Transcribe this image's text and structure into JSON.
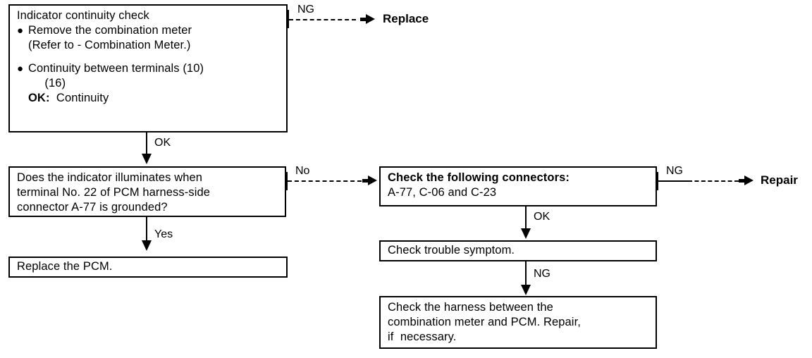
{
  "diagram": {
    "type": "troubleshooting-flowchart",
    "nodes": {
      "indicator_check": {
        "title": "Indicator continuity check",
        "bullets": [
          {
            "lines": [
              "Remove the combination meter",
              "(Refer to - Combination Meter.)"
            ]
          },
          {
            "lines": [
              "Continuity between terminals (10)",
              "     (16)"
            ]
          }
        ],
        "result_label": "OK:",
        "result_value": "Continuity"
      },
      "indicator_question": {
        "lines": [
          "Does the indicator illuminates when",
          "terminal No. 22 of PCM harness-side",
          "connector A-77 is grounded?"
        ]
      },
      "replace_pcm": {
        "lines": [
          "Replace the PCM."
        ]
      },
      "check_connectors": {
        "heading": "Check the following connectors:",
        "lines": [
          "A-77, C-06 and C-23"
        ]
      },
      "check_trouble_symptom": {
        "lines": [
          "Check trouble symptom."
        ]
      },
      "check_harness": {
        "lines": [
          "Check the harness between the",
          "combination meter and PCM. Repair,",
          "if  necessary."
        ]
      }
    },
    "terminals": {
      "replace": "Replace",
      "repair": "Repair"
    },
    "edges": [
      {
        "id": "e1",
        "label": "NG",
        "from": "indicator_check",
        "to": "replace",
        "style": "dashed"
      },
      {
        "id": "e2",
        "label": "OK",
        "from": "indicator_check",
        "to": "indicator_question",
        "style": "solid"
      },
      {
        "id": "e3",
        "label": "No",
        "from": "indicator_question",
        "to": "check_connectors",
        "style": "dashed"
      },
      {
        "id": "e4",
        "label": "Yes",
        "from": "indicator_question",
        "to": "replace_pcm",
        "style": "solid"
      },
      {
        "id": "e5",
        "label": "NG",
        "from": "check_connectors",
        "to": "repair",
        "style": "dashed"
      },
      {
        "id": "e6",
        "label": "OK",
        "from": "check_connectors",
        "to": "check_trouble_symptom",
        "style": "solid"
      },
      {
        "id": "e7",
        "label": "NG",
        "from": "check_trouble_symptom",
        "to": "check_harness",
        "style": "solid"
      }
    ],
    "edge_labels": {
      "ng_top": "NG",
      "ok_left": "OK",
      "no_mid": "No",
      "yes_left": "Yes",
      "ng_right": "NG",
      "ok_right": "OK",
      "ng_bottom": "NG"
    },
    "colors": {
      "ink": "#000000",
      "paper": "#ffffff"
    }
  }
}
